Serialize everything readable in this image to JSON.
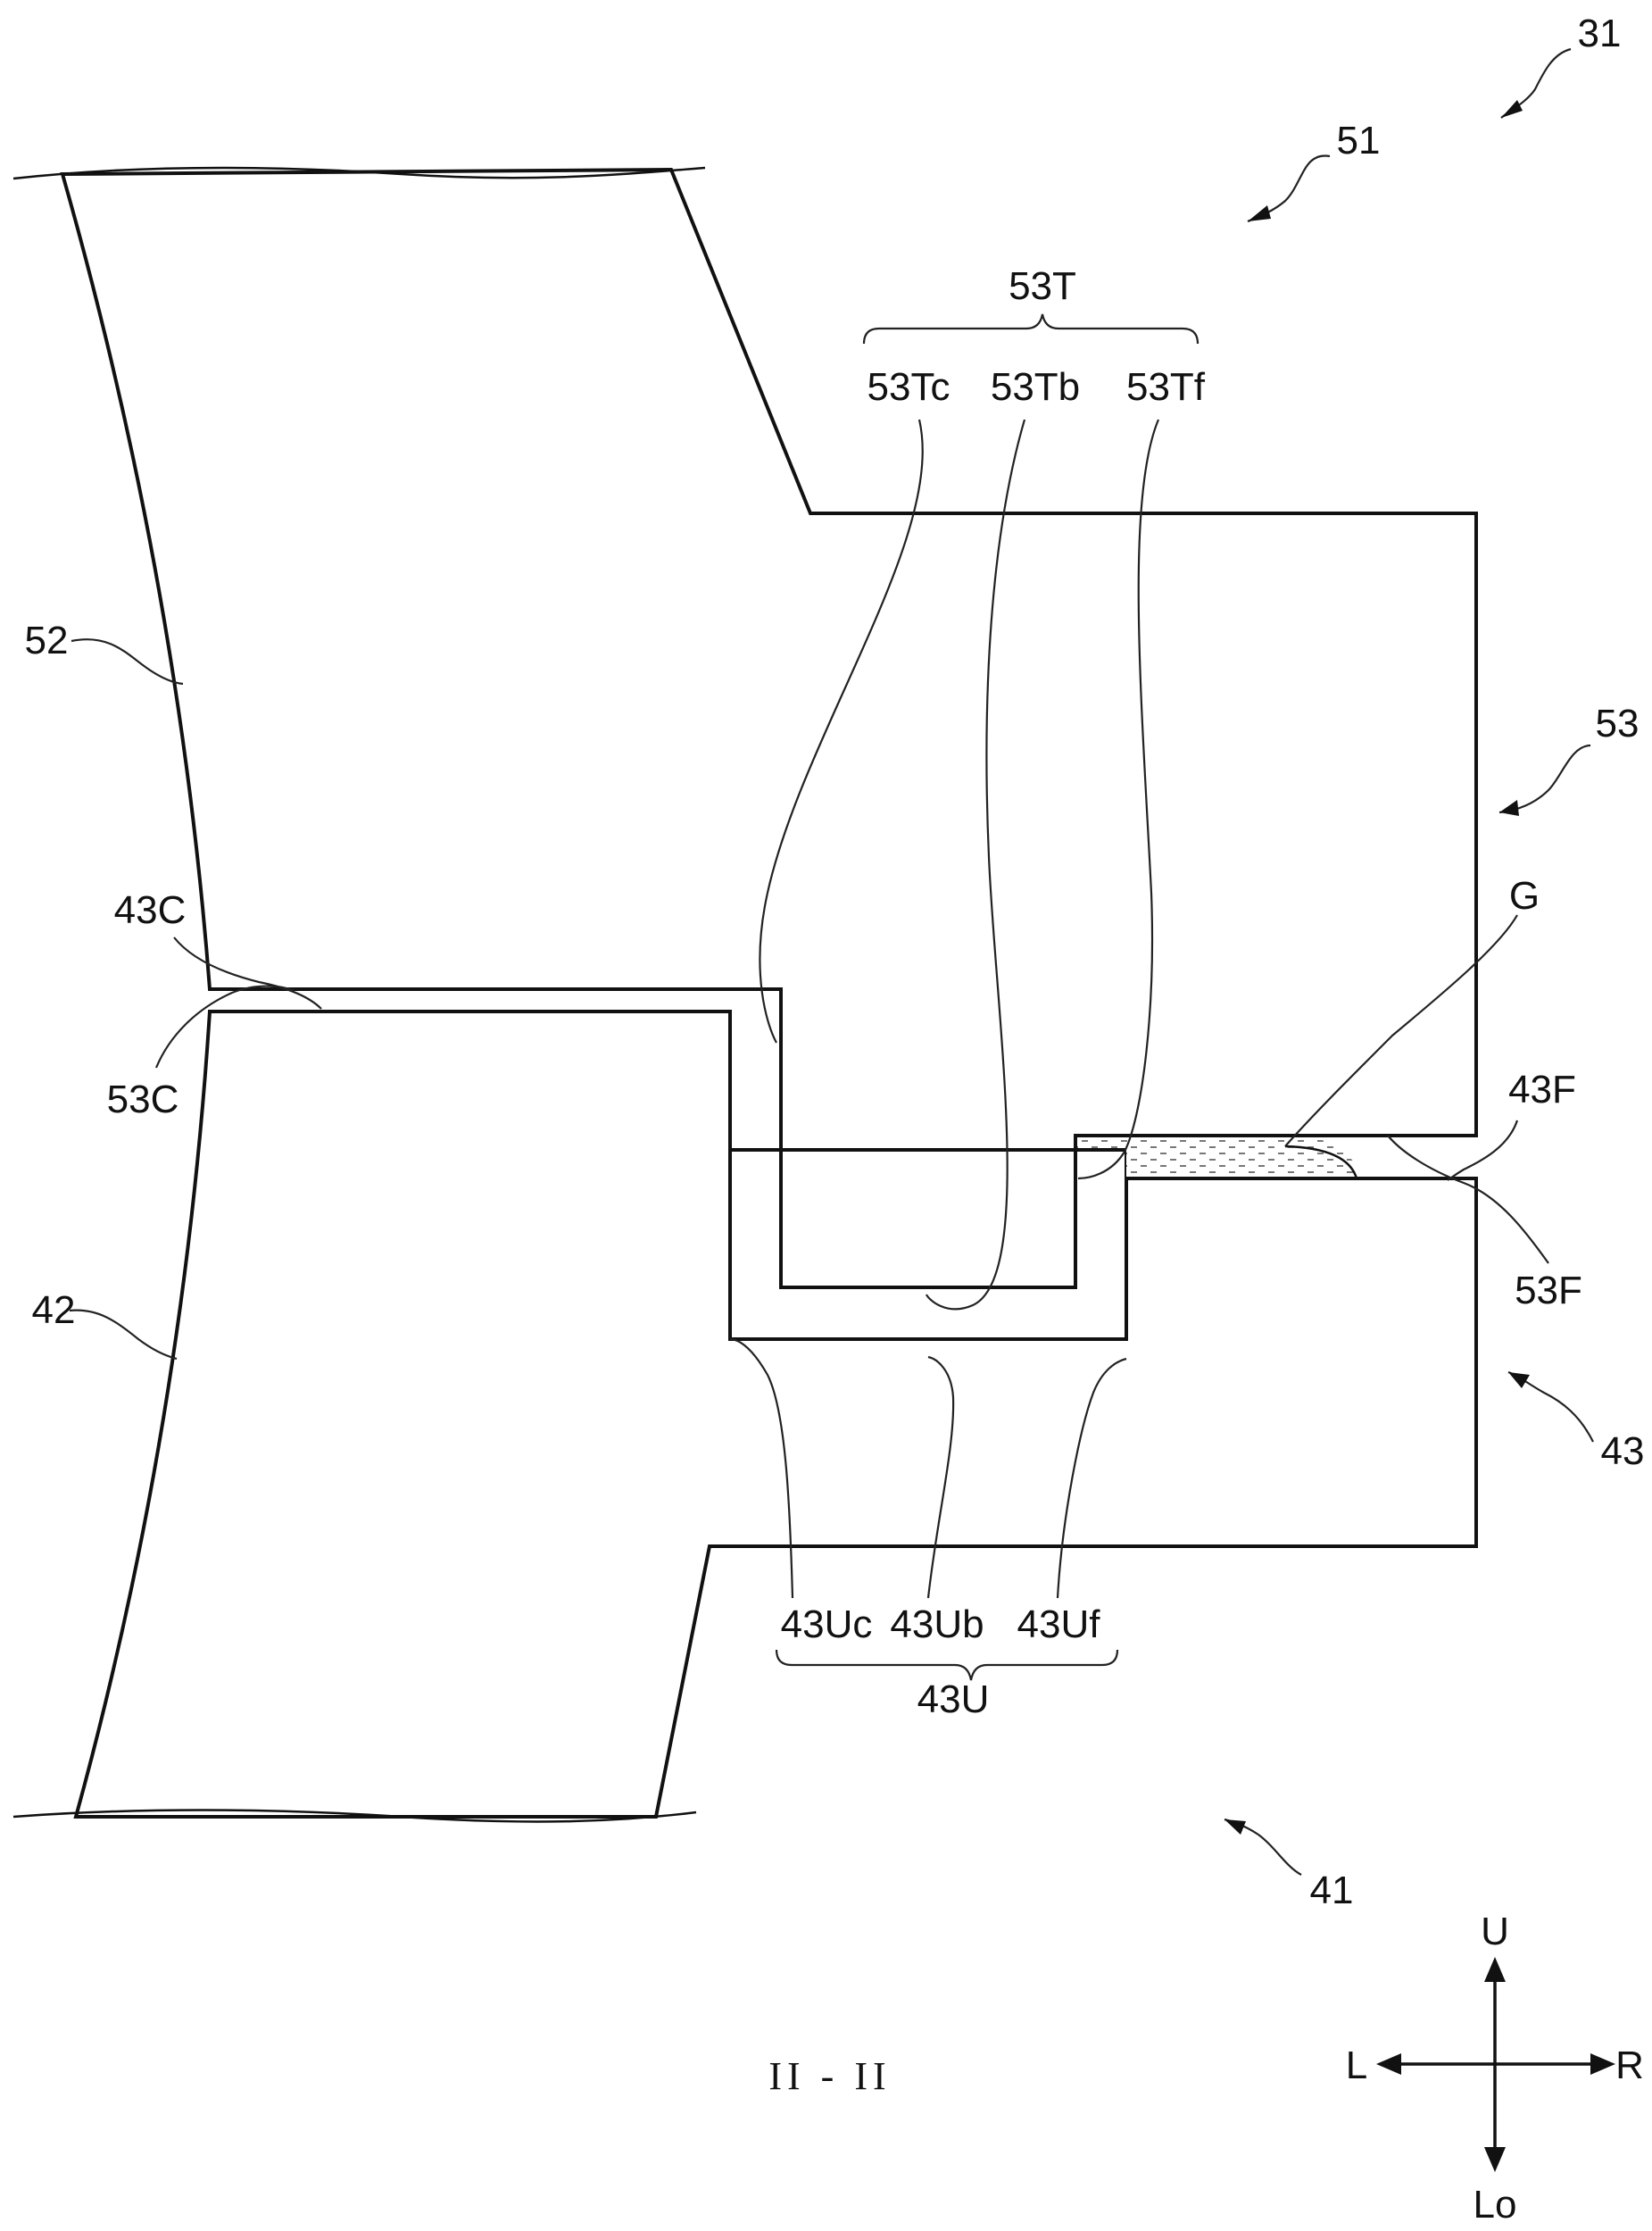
{
  "figure": {
    "section_caption": "II - II",
    "labels": {
      "assembly": "31",
      "upper_member": "51",
      "upper_tooth_group": "53T",
      "upper_tooth_c": "53Tc",
      "upper_tooth_b": "53Tb",
      "upper_tooth_f": "53Tf",
      "upper_body": "52",
      "upper_flange": "53",
      "lower_contact_c": "43C",
      "upper_contact_c": "53C",
      "gap": "G",
      "lower_contact_f": "43F",
      "upper_contact_f": "53F",
      "lower_body": "42",
      "lower_flange": "43",
      "lower_groove_c": "43Uc",
      "lower_groove_b": "43Ub",
      "lower_groove_f": "43Uf",
      "lower_groove_group": "43U",
      "lower_member": "41"
    },
    "directions": {
      "up": "U",
      "left": "L",
      "right": "R",
      "down": "Lo"
    }
  }
}
